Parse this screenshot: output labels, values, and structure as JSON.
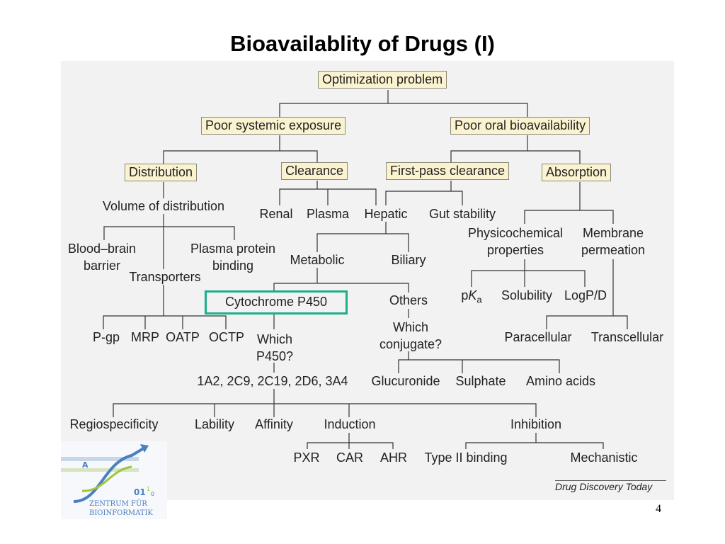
{
  "title": "Bioavailablity of Drugs (I)",
  "nodes": {
    "optimization_problem": "Optimization problem",
    "poor_systemic_exposure": "Poor systemic exposure",
    "poor_oral_bioavailability": "Poor oral bioavailability",
    "distribution": "Distribution",
    "clearance": "Clearance",
    "first_pass_clearance": "First-pass clearance",
    "absorption": "Absorption",
    "volume_of_distribution": "Volume of distribution",
    "renal": "Renal",
    "plasma": "Plasma",
    "hepatic": "Hepatic",
    "gut_stability": "Gut stability",
    "blood_brain_barrier": "Blood–brain\nbarrier",
    "plasma_protein_binding": "Plasma protein\nbinding",
    "transporters": "Transporters",
    "metabolic": "Metabolic",
    "biliary": "Biliary",
    "physicochemical_properties": "Physicochemical\nproperties",
    "membrane_permeation": "Membrane\npermeation",
    "cytochrome_p450": "Cytochrome P450",
    "others": "Others",
    "pka_prefix": "p",
    "pka_k": "K",
    "pka_sub": "a",
    "solubility": "Solubility",
    "logpd": "LogP/D",
    "pgp": "P-gp",
    "mrp": "MRP",
    "oatp": "OATP",
    "octp": "OCTP",
    "which_p450": "Which\nP450?",
    "which_conjugate": "Which\nconjugate?",
    "paracellular": "Paracellular",
    "transcellular": "Transcellular",
    "isoforms": "1A2, 2C9, 2C19, 2D6, 3A4",
    "glucuronide": "Glucuronide",
    "sulphate": "Sulphate",
    "amino_acids": "Amino acids",
    "regiospecificity": "Regiospecificity",
    "lability": "Lability",
    "affinity": "Affinity",
    "induction": "Induction",
    "inhibition": "Inhibition",
    "pxr": "PXR",
    "car": "CAR",
    "ahr": "AHR",
    "type_ii_binding": "Type II binding",
    "mechanistic": "Mechanistic"
  },
  "credit": "Drug Discovery Today",
  "page_number": "4",
  "logo": {
    "line1": "ZENTRUM FÜR",
    "line2": "BIOINFORMATIK",
    "mark_a": "A",
    "mark_01": "01",
    "mark_sup": "1",
    "mark_0": "0"
  },
  "colors": {
    "box_fill": "#fbf3d0",
    "highlight_border": "#1ab08a",
    "logo_blue": "#4a7fc0",
    "logo_green": "#9cc441"
  }
}
